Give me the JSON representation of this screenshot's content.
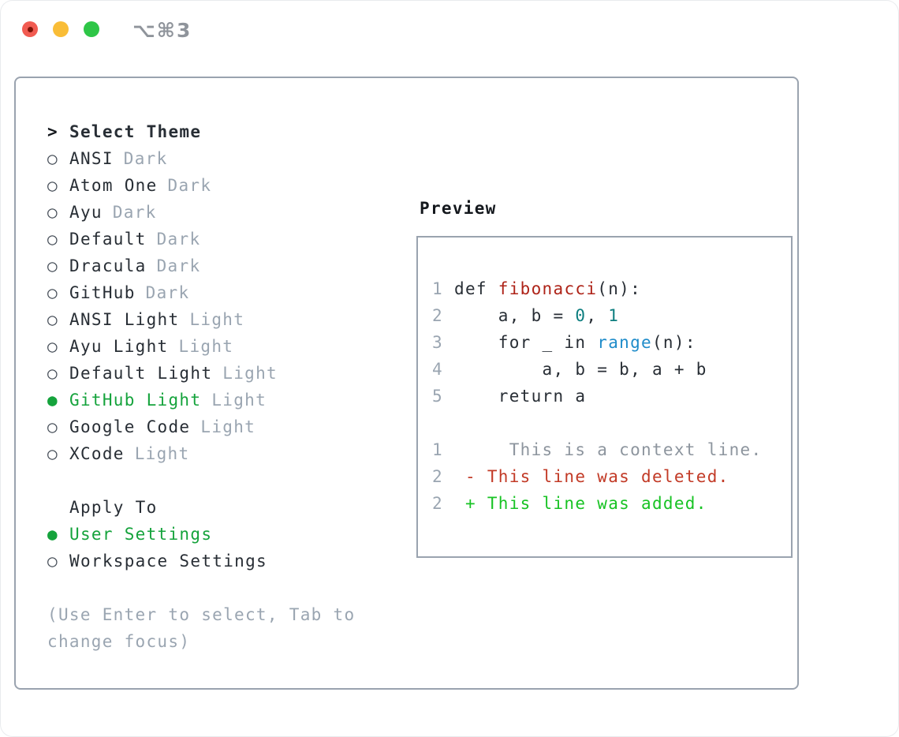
{
  "window": {
    "title": "⌥⌘3"
  },
  "colors": {
    "selected_green": "#15a33c",
    "added_green": "#18c324",
    "deleted_red": "#c23a26",
    "function_red": "#ae2318",
    "number_teal": "#0d7e7f",
    "builtin_blue": "#1f8cca",
    "muted_gray": "#9aa5b1",
    "text_dark": "#282e35",
    "border_gray": "#9aa3af",
    "traffic_red": "#f15b51",
    "traffic_yellow": "#f9bd37",
    "traffic_green": "#2ec647"
  },
  "theme_list": {
    "header_prefix": ">",
    "header": "Select Theme",
    "items": [
      {
        "bullet": "○",
        "name": "ANSI",
        "variant": "Dark",
        "selected": false
      },
      {
        "bullet": "○",
        "name": "Atom One",
        "variant": "Dark",
        "selected": false
      },
      {
        "bullet": "○",
        "name": "Ayu",
        "variant": "Dark",
        "selected": false
      },
      {
        "bullet": "○",
        "name": "Default",
        "variant": "Dark",
        "selected": false
      },
      {
        "bullet": "○",
        "name": "Dracula",
        "variant": "Dark",
        "selected": false
      },
      {
        "bullet": "○",
        "name": "GitHub",
        "variant": "Dark",
        "selected": false
      },
      {
        "bullet": "○",
        "name": "ANSI Light",
        "variant": "Light",
        "selected": false
      },
      {
        "bullet": "○",
        "name": "Ayu Light",
        "variant": "Light",
        "selected": false
      },
      {
        "bullet": "○",
        "name": "Default Light",
        "variant": "Light",
        "selected": false
      },
      {
        "bullet": "●",
        "name": "GitHub Light",
        "variant": "Light",
        "selected": true
      },
      {
        "bullet": "○",
        "name": "Google Code",
        "variant": "Light",
        "selected": false
      },
      {
        "bullet": "○",
        "name": "XCode",
        "variant": "Light",
        "selected": false
      }
    ]
  },
  "apply_to": {
    "header": "Apply To",
    "options": [
      {
        "bullet": "●",
        "label": "User Settings",
        "selected": true
      },
      {
        "bullet": "○",
        "label": "Workspace Settings",
        "selected": false
      }
    ]
  },
  "help": {
    "line1": "(Use Enter to select, Tab to",
    "line2": "change focus)"
  },
  "preview": {
    "header": "Preview",
    "code_lines": [
      {
        "num": "1",
        "t1": "def ",
        "t2": "fibonacci",
        "t3": "(n):"
      },
      {
        "num": "2",
        "t1": "    a, b = ",
        "t2": "0",
        "t3": ", ",
        "t4": "1"
      },
      {
        "num": "3",
        "t1": "    for _ in ",
        "t2": "range",
        "t3": "(n):"
      },
      {
        "num": "4",
        "t1": "        a, b = b, a + b"
      },
      {
        "num": "5",
        "t1": "    return a"
      }
    ],
    "diff_lines": [
      {
        "num": "1",
        "type": "context",
        "text": "     This is a context line."
      },
      {
        "num": "2",
        "type": "deleted",
        "text": " - This line was deleted."
      },
      {
        "num": "2",
        "type": "added",
        "text": " + This line was added."
      }
    ]
  }
}
